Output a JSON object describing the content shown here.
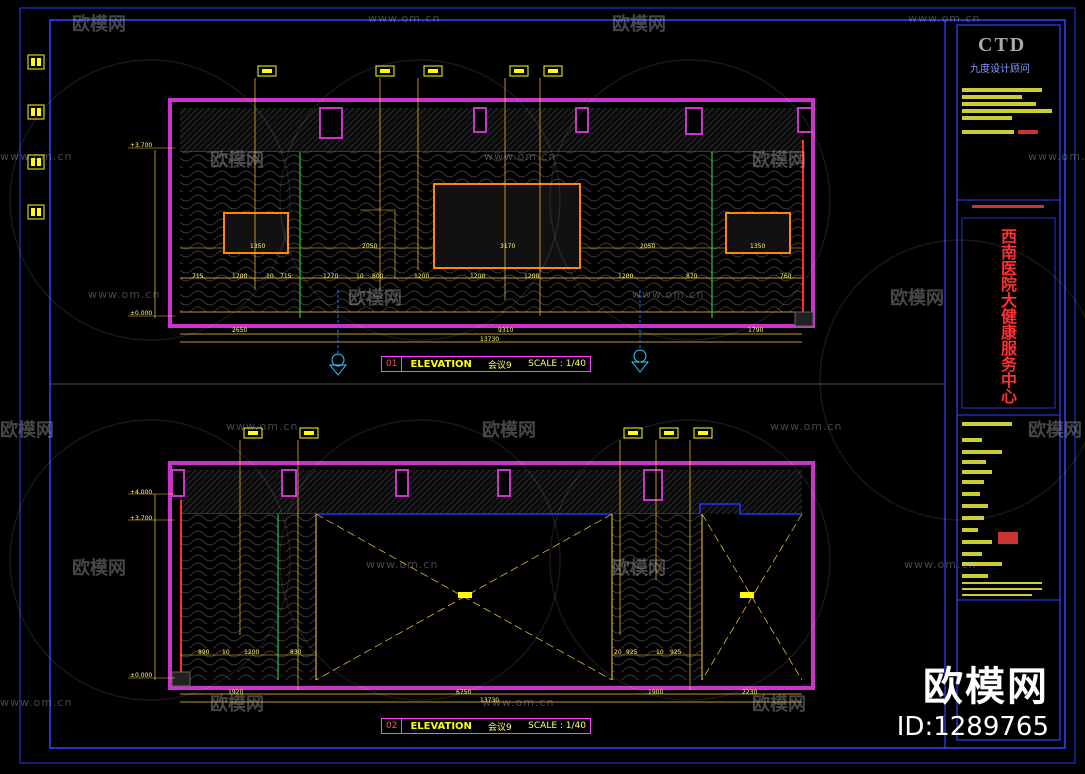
{
  "watermark": {
    "brand": "欧模网",
    "url": "www.om.cn",
    "id": "ID:1289765"
  },
  "title_block": {
    "logo": "CTD",
    "company": "九度设计顾问",
    "project_vertical": "西南医院大健康服务中心"
  },
  "elevations": [
    {
      "num": "01",
      "label": "ELEVATION",
      "name": "会议9",
      "scale": "SCALE : 1/40"
    },
    {
      "num": "02",
      "label": "ELEVATION",
      "name": "会议9",
      "scale": "SCALE : 1/40"
    }
  ],
  "levels": {
    "top1": "+3.700",
    "zero1": "±0.000",
    "top2a": "+4.000",
    "top2b": "+3.700",
    "zero2": "±0.000"
  },
  "dims_1": [
    "2650",
    "9310",
    "1790",
    "13730",
    "715",
    "1200",
    "10",
    "715",
    "1270",
    "10",
    "800",
    "1200",
    "1200",
    "1200",
    "1200",
    "2050",
    "3170",
    "2050",
    "1350",
    "1350",
    "870",
    "760"
  ],
  "dims_2": [
    "1920",
    "6750",
    "1900",
    "2230",
    "13730",
    "890",
    "10",
    "1200",
    "830",
    "20",
    "925",
    "925",
    "10"
  ],
  "colors": {
    "wall": "#cc33cc",
    "dim": "#ffcc33",
    "blue": "#2233ff",
    "frame": "#3344ff"
  }
}
